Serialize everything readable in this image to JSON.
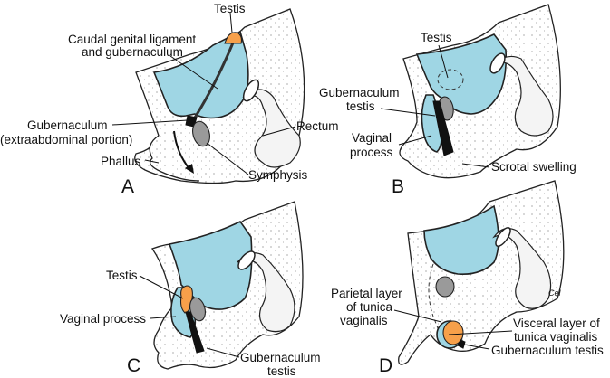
{
  "figure": {
    "panels": [
      {
        "id": "A",
        "letter": "A",
        "labels": {
          "testis": "Testis",
          "caudal_l1": "Caudal genital ligament",
          "caudal_l2": "and gubernaculum",
          "gub_l1": "Gubernaculum",
          "gub_l2": "(extraabdominal portion)",
          "phallus": "Phallus",
          "rectum": "Rectum",
          "symphysis": "Symphysis"
        }
      },
      {
        "id": "B",
        "letter": "B",
        "labels": {
          "testis": "Testis",
          "gub_l1": "Gubernaculum",
          "gub_l2": "testis",
          "vag_l1": "Vaginal",
          "vag_l2": "process",
          "scrotal": "Scrotal swelling"
        }
      },
      {
        "id": "C",
        "letter": "C",
        "labels": {
          "testis": "Testis",
          "vaginal": "Vaginal process",
          "gub_l1": "Gubernaculum",
          "gub_l2": "testis"
        }
      },
      {
        "id": "D",
        "letter": "D",
        "labels": {
          "par_l1": "Parietal layer",
          "par_l2": "of tunica",
          "par_l3": "vaginalis",
          "vis_l1": "Visceral layer of",
          "vis_l2": "tunica vaginalis",
          "gub": "Gubernaculum testis",
          "signature": "Cel"
        }
      }
    ],
    "colors": {
      "peritoneal_cavity": "#9fd6e4",
      "testis": "#f7a04a",
      "symphysis": "#9a9a9a"
    }
  }
}
